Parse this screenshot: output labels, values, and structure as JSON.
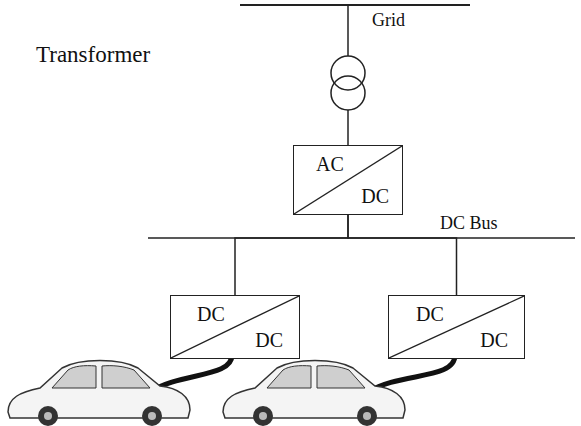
{
  "diagram": {
    "nodes": [
      {
        "text": [
          "AC",
          "DC"
        ]
      },
      {
        "text": [
          "DC",
          "DC"
        ]
      },
      {
        "text": [
          "DC",
          "DC"
        ]
      }
    ],
    "edges": [
      {
        "from": 0,
        "to": 1,
        "arrow": "none"
      },
      {
        "from": 0,
        "to": 2,
        "arrow": "none"
      }
    ],
    "labels": [
      "Grid",
      "Transformer",
      "DC Bus"
    ]
  }
}
